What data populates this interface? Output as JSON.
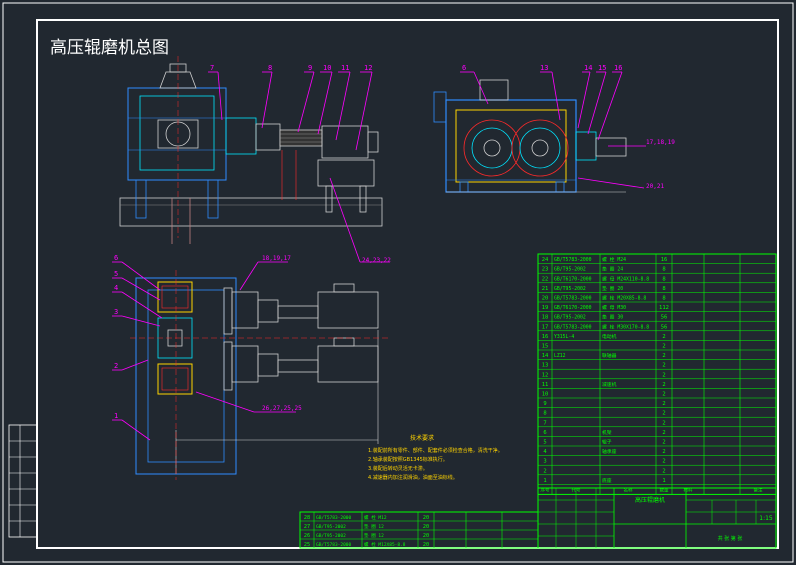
{
  "drawing": {
    "title": "高压辊磨机总图"
  },
  "front_view_callouts": [
    "7",
    "8",
    "9",
    "10",
    "11",
    "12"
  ],
  "front_view_bottom_callout": "24,23,22",
  "side_view_callouts": [
    "6",
    "13",
    "14",
    "15",
    "16"
  ],
  "side_view_right_callouts": [
    "17,18,19",
    "20,21"
  ],
  "plan_view_callouts": [
    "6",
    "5",
    "4",
    "3",
    "2",
    "1"
  ],
  "plan_view_top_callout": "18,19,17",
  "plan_view_bottom_callout": "26,27,25,25",
  "tech_requirements": {
    "heading": "技术要求",
    "lines": [
      "1.装配前所有零件、部件、配套件必须检查合格，清洗干净。",
      "2.轴承装配按照GB1345标准执行。",
      "3.装配后转动灵活无卡滞。",
      "4.减速器内加注润滑油，油面至油标线。"
    ]
  },
  "bom_upper_rows": [
    {
      "no": "24",
      "code": "GB/T5783-2000",
      "name": "螺 栓 M24",
      "qty": "16",
      "note": ""
    },
    {
      "no": "23",
      "code": "GB/T95-2002",
      "name": "垫 圈 24",
      "qty": "8",
      "note": ""
    },
    {
      "no": "22",
      "code": "GB/T6170-2000",
      "name": "螺 母 M24X110-8.8",
      "qty": "8",
      "note": ""
    },
    {
      "no": "21",
      "code": "GB/T95-2002",
      "name": "垫 圈 20",
      "qty": "8",
      "note": ""
    },
    {
      "no": "20",
      "code": "GB/T5783-2000",
      "name": "螺 栓 M20X85-8.8",
      "qty": "8",
      "note": ""
    },
    {
      "no": "19",
      "code": "GB/T6170-2000",
      "name": "螺 母 M30",
      "qty": "112",
      "note": ""
    },
    {
      "no": "18",
      "code": "GB/T95-2002",
      "name": "垫 圈 30",
      "qty": "56",
      "note": ""
    },
    {
      "no": "17",
      "code": "GB/T5783-2000",
      "name": "螺 栓 M30X170-8.8",
      "qty": "56",
      "note": ""
    },
    {
      "no": "16",
      "code": "Y315L-4",
      "name": "电动机",
      "qty": "2",
      "note": ""
    },
    {
      "no": "15",
      "code": "",
      "name": "",
      "qty": "2",
      "note": ""
    },
    {
      "no": "14",
      "code": "LZ12",
      "name": "联轴器",
      "qty": "2",
      "note": ""
    },
    {
      "no": "13",
      "code": "",
      "name": "",
      "qty": "2",
      "note": ""
    },
    {
      "no": "12",
      "code": "",
      "name": "",
      "qty": "2",
      "note": ""
    },
    {
      "no": "11",
      "code": "",
      "name": "减速机",
      "qty": "2",
      "note": ""
    },
    {
      "no": "10",
      "code": "",
      "name": "",
      "qty": "2",
      "note": ""
    },
    {
      "no": "9",
      "code": "",
      "name": "",
      "qty": "2",
      "note": ""
    },
    {
      "no": "8",
      "code": "",
      "name": "",
      "qty": "2",
      "note": ""
    },
    {
      "no": "7",
      "code": "",
      "name": "",
      "qty": "2",
      "note": ""
    },
    {
      "no": "6",
      "code": "",
      "name": "机架",
      "qty": "2",
      "note": ""
    },
    {
      "no": "5",
      "code": "",
      "name": "辊子",
      "qty": "2",
      "note": ""
    },
    {
      "no": "4",
      "code": "",
      "name": "轴承座",
      "qty": "2",
      "note": ""
    },
    {
      "no": "3",
      "code": "",
      "name": "",
      "qty": "2",
      "note": ""
    },
    {
      "no": "2",
      "code": "",
      "name": "",
      "qty": "2",
      "note": ""
    },
    {
      "no": "1",
      "code": "",
      "name": "底座",
      "qty": "1",
      "note": ""
    }
  ],
  "bom_upper_header": {
    "no": "序号",
    "code": "代号",
    "name": "名称",
    "qty": "数量",
    "material": "材料",
    "note": "备注"
  },
  "bom_lower_rows": [
    {
      "no": "28",
      "code": "GB/T5783-2000",
      "name": "螺 栓 M12",
      "qty": "20"
    },
    {
      "no": "27",
      "code": "GB/T95-2002",
      "name": "垫 圈 12",
      "qty": "20"
    },
    {
      "no": "26",
      "code": "GB/T95-2002",
      "name": "垫 圈 12",
      "qty": "20"
    },
    {
      "no": "25",
      "code": "GB/T5783-2000",
      "name": "螺 栓 M12X85-8.8",
      "qty": "20"
    }
  ],
  "title_block": {
    "drawing_name": "高压辊磨机",
    "scale": "1:15",
    "sheet": "共 张 第 张"
  },
  "colors": {
    "background": "#212830",
    "frame": "#ffffff",
    "table": "#00ff00",
    "callout": "#ff00ff",
    "part_blue": "#2f8cff",
    "part_cyan": "#00e5ff",
    "part_yellow": "#ffd400",
    "part_red": "#ff2a2a"
  }
}
